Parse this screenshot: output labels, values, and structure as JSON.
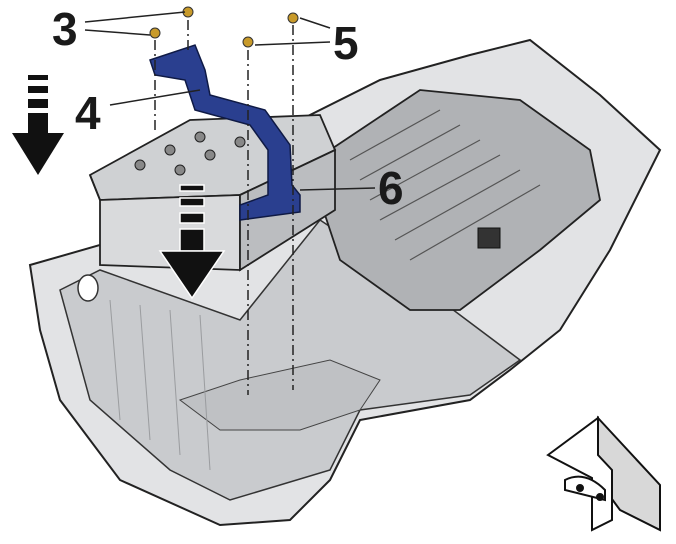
{
  "callouts": {
    "c3": "3",
    "c4": "4",
    "c5": "5",
    "c6": "6"
  },
  "icons": [
    "down-arrow-icon",
    "direction-of-travel-icon"
  ],
  "colors": {
    "bracket": "#2a3f8f",
    "tray": "#d4d6d8",
    "outline": "#222222",
    "bolt": "#c89a2a"
  }
}
